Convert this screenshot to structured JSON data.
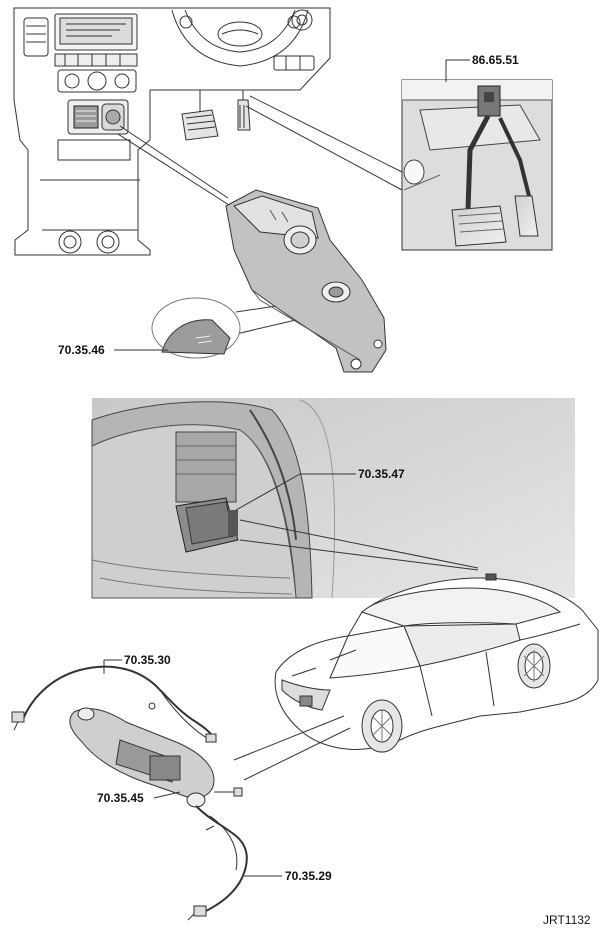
{
  "callouts": {
    "c1": "86.65.51",
    "c2": "70.35.46",
    "c3": "70.35.47",
    "c4": "70.35.30",
    "c5": "70.35.45",
    "c6": "70.35.29"
  },
  "figure_ref": "JRT1132",
  "colors": {
    "line": "#333333",
    "panel_bg": "#d9d9d9",
    "part_fill": "#bdbdbd"
  }
}
